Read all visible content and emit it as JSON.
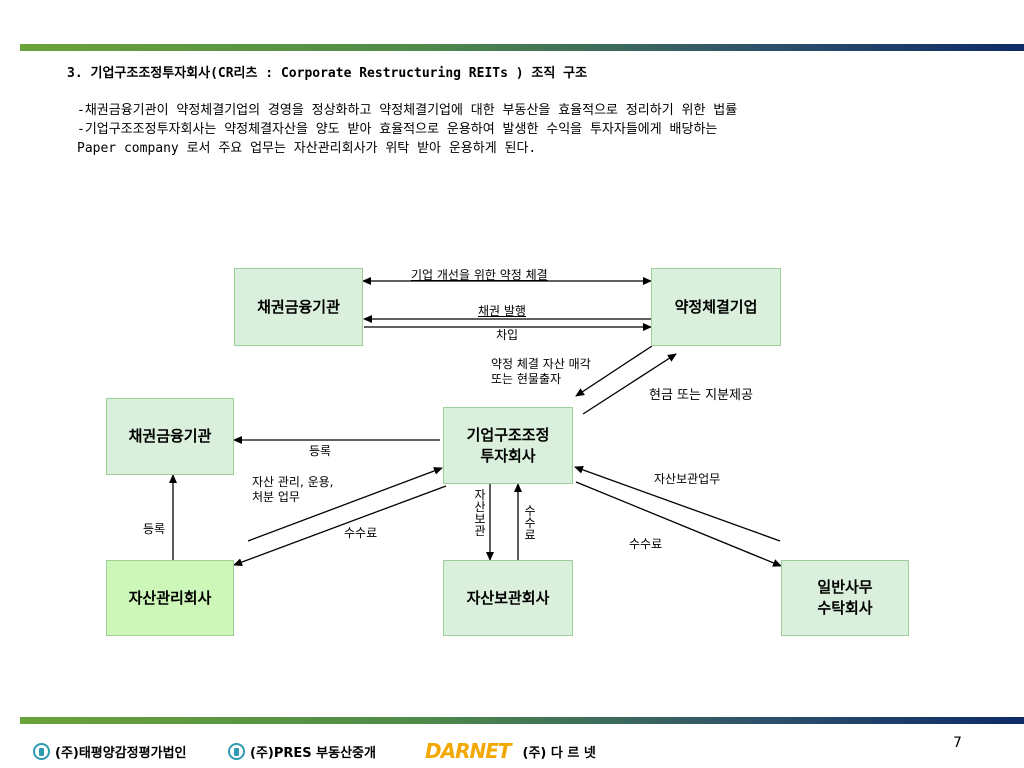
{
  "title": "3. 기업구조조정투자회사(CR리츠 : Corporate Restructuring REITs ) 조직 구조",
  "description": [
    "-채권금융기관이 약정체결기업의 경영을 정상화하고 약정체결기업에 대한 부동산을 효율적으로 정리하기 위한 법률",
    "-기업구조조정투자회사는 약정체결자산을 양도 받아 효율적으로 운용하여 발생한 수익을 투자자들에게 배당하는",
    "Paper company 로서 주요 업무는 자산관리회사가 위탁 받아 운용하게 된다."
  ],
  "diagram": {
    "boxes": {
      "creditor_top": "채권금융기관",
      "contract_company": "약정체결기업",
      "creditor_left": "채권금융기관",
      "crc": "기업구조조정\n투자회사",
      "asset_manager": "자산관리회사",
      "custodian": "자산보관회사",
      "admin_trustee": "일반사무\n수탁회사"
    },
    "labels": {
      "agreement": "기업 개선을 위한 약정 체결",
      "bond_issue": "채권 발행",
      "borrowing": "차입",
      "asset_sale": "약정 체결 자산 매각\n또는 현물출자",
      "cash_equity": "현금 또는 지분제공",
      "register_top": "등록",
      "asset_mgmt": "자산 관리, 운용,\n처분 업무",
      "register_left": "등록",
      "fee_left": "수수료",
      "custody": "자산보관",
      "fee_mid": "수수료",
      "custody_work": "자산보관업무",
      "fee_right": "수수료"
    }
  },
  "footer": {
    "company1": "(주)태평양감정평가법인",
    "company2": "(주)PRES 부동산중개",
    "darnet_logo_text": "DARNET",
    "company3": "(주) 다 르 넷",
    "page_number": "7"
  },
  "colors": {
    "box_border": "#9ccf9a",
    "box_light": "#daf0dc",
    "box_strong": "#ccf7b8",
    "bar_green": "#6aa33a",
    "bar_navy": "#0f2a66"
  }
}
